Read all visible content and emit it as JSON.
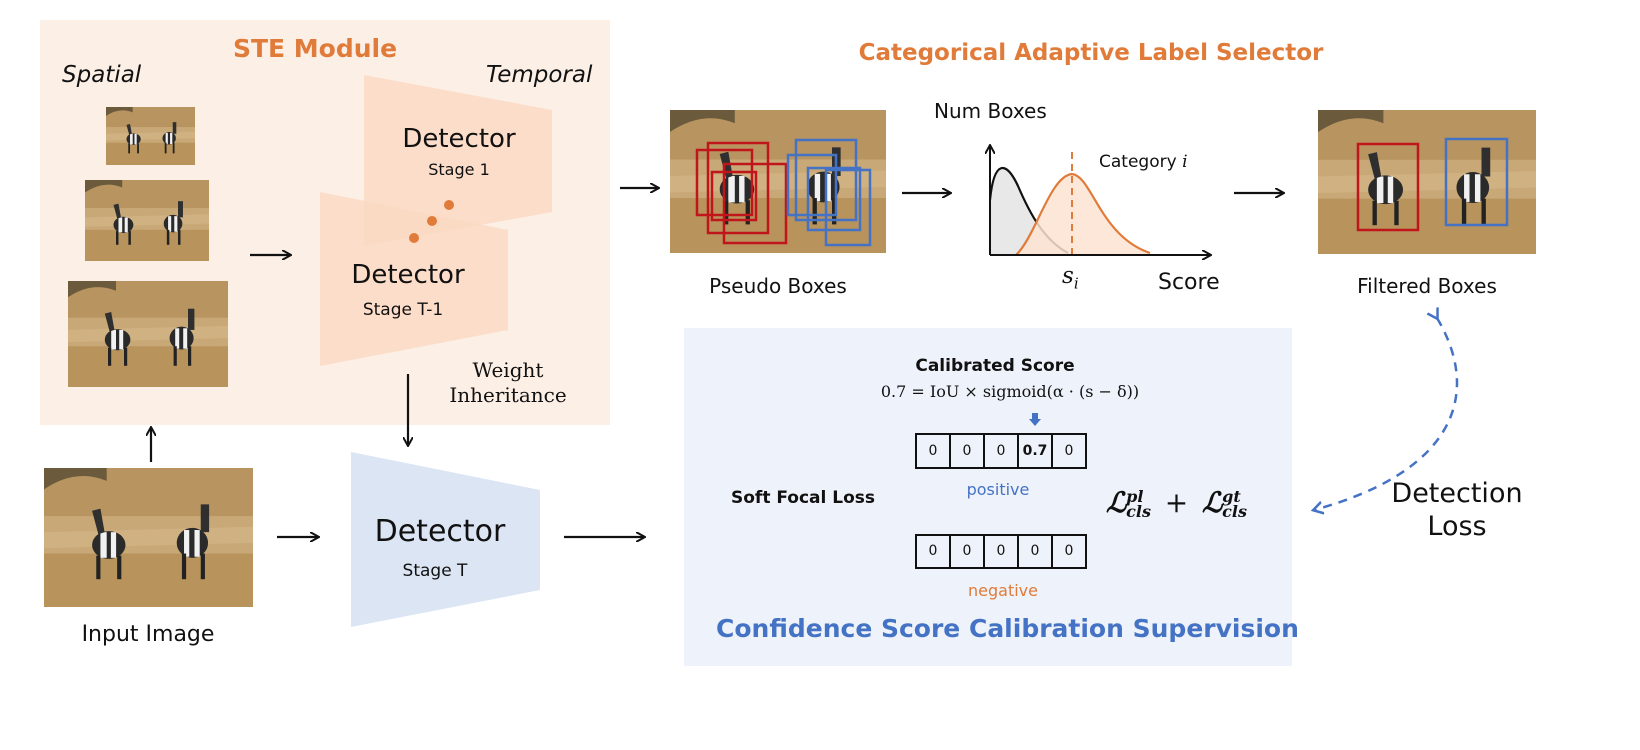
{
  "ste": {
    "title": "STE Module",
    "spatial": "Spatial",
    "temporal": "Temporal",
    "stage1_title": "Detector",
    "stage1_sub": "Stage 1",
    "stagetm1_title": "Detector",
    "stagetm1_sub": "Stage T-1",
    "weight_inheritance": [
      "Weight",
      "Inheritance"
    ]
  },
  "main": {
    "input_label": "Input Image",
    "stageT_title": "Detector",
    "stageT_sub": "Stage T"
  },
  "cals": {
    "title": "Categorical Adaptive Label Selector",
    "pseudo_label": "Pseudo Boxes",
    "filtered_label": "Filtered Boxes",
    "plot": {
      "y_label": "Num Boxes",
      "x_label": "Score",
      "category_label": "Category",
      "category_var": "i",
      "threshold_var": "s",
      "threshold_sub": "i"
    }
  },
  "cscs": {
    "title": "Confidence Score Calibration Supervision",
    "calibrated_title": "Calibrated Score",
    "formula": "0.7 = IoU × sigmoid(α · (s − δ))",
    "soft_focal": "Soft Focal Loss",
    "positive_label": "positive",
    "negative_label": "negative",
    "positive_cells": [
      "0",
      "0",
      "0",
      "0.7",
      "0"
    ],
    "negative_cells": [
      "0",
      "0",
      "0",
      "0",
      "0"
    ],
    "loss_sum": {
      "sym": "ℒ",
      "t1_sup": "pl",
      "t1_sub": "cls",
      "plus": "+",
      "t2_sup": "gt",
      "t2_sub": "cls"
    }
  },
  "detection_loss": [
    "Detection",
    "Loss"
  ],
  "colors": {
    "orange": "#E07B39",
    "blue": "#4472C4",
    "box_red": "#C0151B",
    "box_blue": "#4472C4",
    "ste_bg": "#FCEFE6",
    "cscs_bg": "#EEF2FA",
    "stageT_fill": "#DCE5F4",
    "stage_fill": "#FAD9C3"
  },
  "icons": [
    "zebra-photo",
    "arrow-right",
    "arrow-down",
    "arrow-up",
    "dashed-curved-arrow"
  ]
}
